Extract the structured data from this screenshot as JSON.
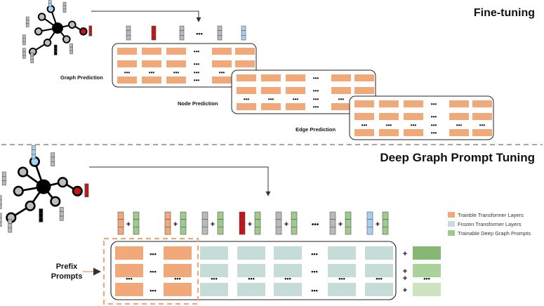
{
  "sections": {
    "finetuning": {
      "title": "Fine-tuning"
    },
    "deep": {
      "title": "Deep Graph Prompt Tuning"
    }
  },
  "finetune_tasks": [
    {
      "label": "Graph Prediction"
    },
    {
      "label": "Node Prediction"
    },
    {
      "label": "Edge Prediction"
    }
  ],
  "prefix_label": {
    "line1": "Prefix",
    "line2": "Prompts"
  },
  "legend": [
    {
      "label": "Trainble Transformer Layers",
      "color": "#f2a97a"
    },
    {
      "label": "Frozen Transformer Layers",
      "color": "#c5dcd8"
    },
    {
      "label": "Trainable Deep Graph Prompts",
      "color": "#9fca8e"
    }
  ],
  "symbols": {
    "ellipsis": "•••",
    "ellipsis_h": "• • •",
    "plus": "+"
  },
  "colors": {
    "trainable": "#f2a97a",
    "frozen": "#c5dcd8",
    "prompt_dark": "#86b874",
    "prompt_mid": "#abd19d",
    "prompt_light": "#cde3c2",
    "prompt_token": "#9fca8e",
    "token_gray": "#b9b9b9",
    "token_red": "#c0161a",
    "token_blue": "#a8cff0",
    "node_gray": "#bdbdbd",
    "node_black": "#000000",
    "dashed_orange": "#f2a97a",
    "divider": "#9a9a9a"
  }
}
